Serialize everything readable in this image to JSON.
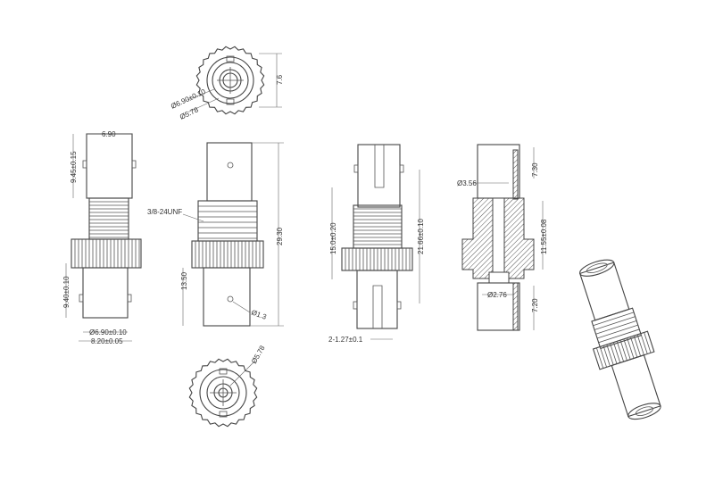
{
  "drawing": {
    "top_view": {
      "height_dim": "7.6",
      "dia_outer": "Ø6.90±0.10",
      "dia_inner": "Ø5.78"
    },
    "side_view_1": {
      "width_top": "6.90",
      "len_top": "9.45±0.15",
      "len_bottom": "9.40±0.10",
      "dia_bottom": "Ø6.90±0.10",
      "width_bottom": "8.20±0.05"
    },
    "side_view_2": {
      "thread": "3/8-24UNF",
      "total_len": "29.30",
      "len_bottom": "13.50",
      "hole": "Ø1.3"
    },
    "side_view_3": {
      "len_a": "15.0±0.20",
      "len_b": "21.66±0.10",
      "slot": "2-1.27±0.1"
    },
    "section_view": {
      "bore_top": "Ø3.56",
      "len_top": "7.30",
      "len_mid": "11.55±0.08",
      "bore_mid": "Ø2.76",
      "len_bottom": "7.20"
    },
    "bottom_view": {
      "dia": "Ø5.78"
    }
  }
}
